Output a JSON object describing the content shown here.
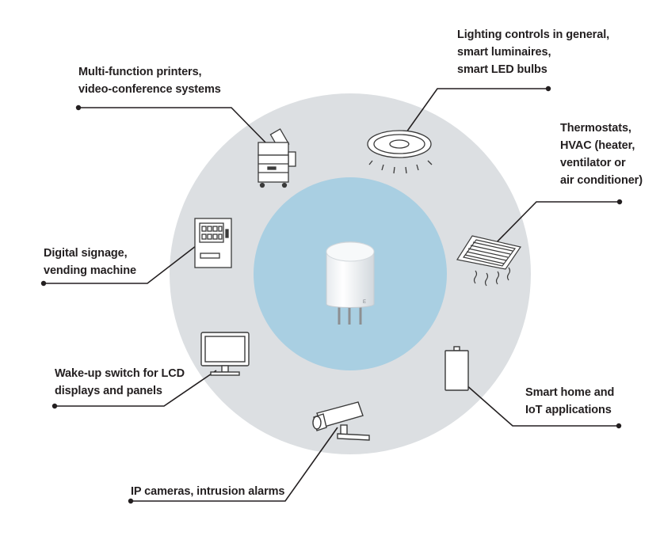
{
  "labels": {
    "printers": [
      "Multi-function printers,",
      "video-conference systems"
    ],
    "lighting": [
      "Lighting controls in general,",
      "smart luminaires,",
      "smart LED bulbs"
    ],
    "thermostats": [
      "Thermostats,",
      "HVAC (heater,",
      "ventilator or",
      "air conditioner)"
    ],
    "signage": [
      "Digital signage,",
      "vending machine"
    ],
    "wakeup": [
      "Wake-up switch for LCD",
      "displays and panels"
    ],
    "smarthome": [
      "Smart home and",
      "IoT applications"
    ],
    "cameras": [
      "IP cameras, intrusion alarms"
    ]
  },
  "icons": {
    "center": "pir-sensor-icon",
    "printers": "multifunction-printer-icon",
    "lighting": "ceiling-luminaire-icon",
    "thermostats": "hvac-vent-icon",
    "signage": "vending-machine-icon",
    "wakeup": "lcd-monitor-icon",
    "smarthome": "battery-device-icon",
    "cameras": "security-camera-icon"
  },
  "colors": {
    "outer_ring": "#dcdfe2",
    "inner_circle": "#a9cfe2",
    "line": "#231f20",
    "text": "#231f20"
  }
}
